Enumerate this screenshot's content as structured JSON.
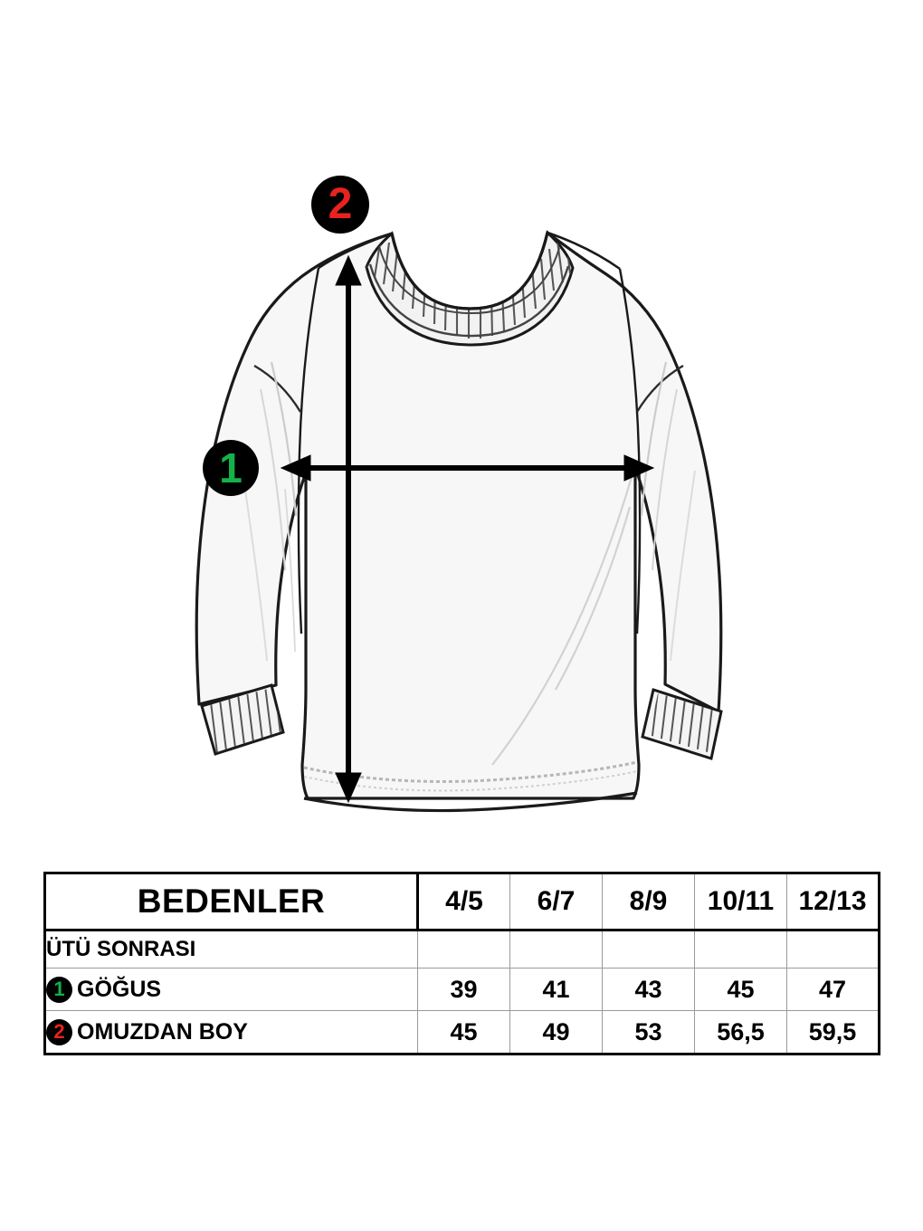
{
  "illustration": {
    "garment_type": "long-sleeve-crewneck-sweatshirt-technical-drawing",
    "markers": [
      {
        "id": "chest",
        "number": "1",
        "color": "#14b24a",
        "measure_direction": "horizontal-double-arrow"
      },
      {
        "id": "length",
        "number": "2",
        "color": "#e8231f",
        "measure_direction": "vertical-double-arrow"
      }
    ],
    "colors": {
      "garment_fill": "#f7f7f7",
      "outline": "#1a1a1a",
      "rib_line": "#4a4a4a",
      "seam_line": "#c8c8c8",
      "stitch_line": "#b0b0b0",
      "badge_background": "#000000",
      "arrow": "#000000"
    }
  },
  "table": {
    "header": {
      "title": "BEDENLER",
      "sizes": [
        "4/5",
        "6/7",
        "8/9",
        "10/11",
        "12/13"
      ]
    },
    "subheader": {
      "label": "ÜTÜ SONRASI"
    },
    "rows": [
      {
        "badge": "1",
        "badge_color": "#14b24a",
        "label": "GÖĞUS",
        "values": [
          "39",
          "41",
          "43",
          "45",
          "47"
        ]
      },
      {
        "badge": "2",
        "badge_color": "#e8231f",
        "label": "OMUZDAN BOY",
        "values": [
          "45",
          "49",
          "53",
          "56,5",
          "59,5"
        ]
      }
    ]
  }
}
